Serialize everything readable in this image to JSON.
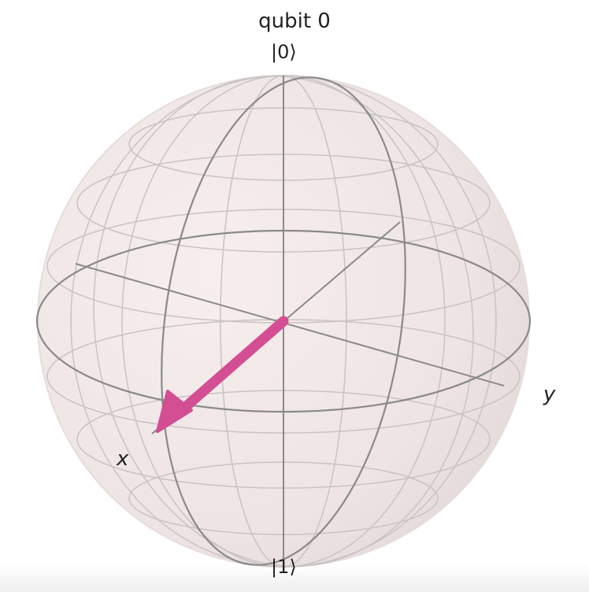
{
  "title": "qubit 0",
  "labels": {
    "ket0": "|0⟩",
    "ket1": "|1⟩",
    "x": "x",
    "y": "y"
  },
  "state_vector": {
    "x": 1,
    "y": 0,
    "z": 0,
    "color": "#d44e93"
  },
  "colors": {
    "sphere_fill": "#f2e6e6",
    "wire": "#8a8a8a",
    "grid": "#c9c3c3"
  }
}
